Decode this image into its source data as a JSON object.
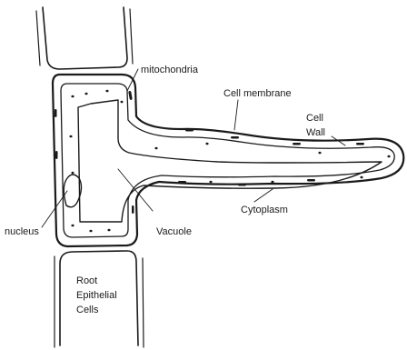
{
  "diagram": {
    "labels": {
      "mitochondria": "mitochondria",
      "cell_membrane": "Cell membrane",
      "cell_wall_line1": "Cell",
      "cell_wall_line2": "Wall",
      "cytoplasm": "Cytoplasm",
      "vacuole": "Vacuole",
      "nucleus": "nucleus",
      "root_line1": "Root",
      "root_line2": "Epithelial",
      "root_line3": "Cells"
    }
  }
}
